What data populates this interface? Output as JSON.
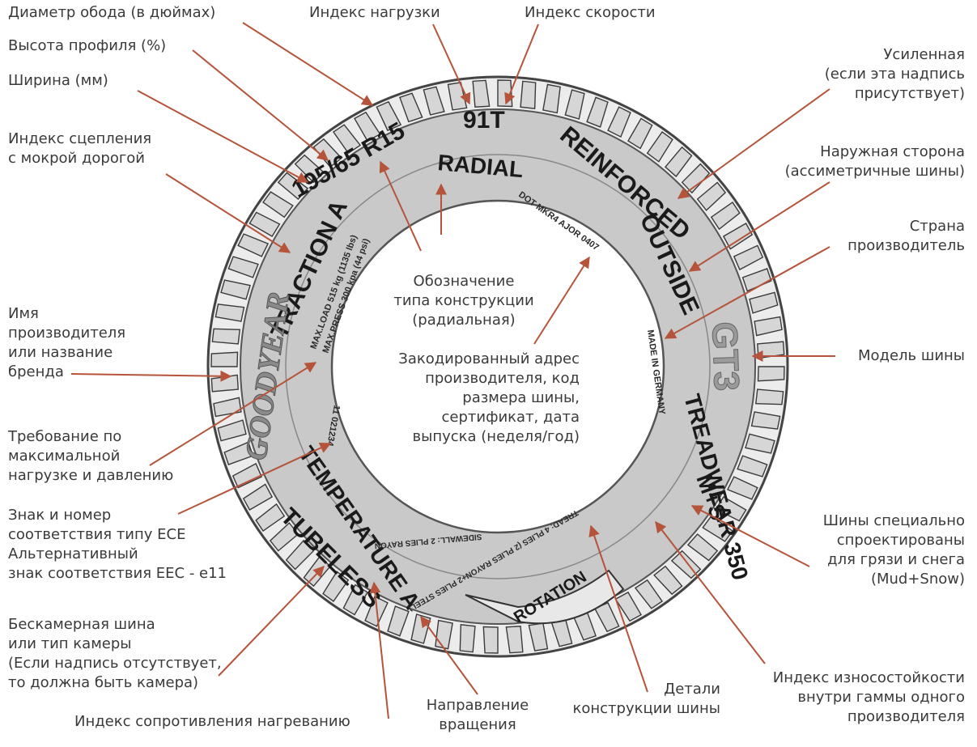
{
  "colors": {
    "arrow": "#b5543a",
    "sidewall": "#c9c9c9",
    "tread": "#ececec",
    "text": "#3a3a3a"
  },
  "tire": {
    "size": "195/65 R15",
    "load_speed": "91T",
    "radial": "RADIAL",
    "reinforced": "REINFORCED",
    "outside": "OUTSIDE",
    "traction": "TRACTION A",
    "brand": "GOODYEAR",
    "model": "GT3",
    "max_load": "MAX.LOAD 515 kg (1135 lbs)",
    "max_press": "MAX.PRESS 300 kpa (44 psi)",
    "dot": "DOT MKR4 AJOR 0407",
    "made_in": "MADE IN GERMANY",
    "treadwear": "TREADWEAR 350",
    "ms": "M+S",
    "temperature": "TEMPERATURE A",
    "tubeless": "TUBELESS",
    "rotation": "ROTATION",
    "tread_ply": "TREAD: 4 PLIES (2 PLIES RAYON+2 PLIES STEEL)",
    "sidewall_ply": "SIDEWALL: 2 PLIES RAYON",
    "ece": "11 021234"
  },
  "labels": {
    "rim_diameter": "Диаметр обода (в дюймах)",
    "profile_height": "Высота профиля (%)",
    "width": "Ширина (мм)",
    "wet_grip": "Индекс сцепления\nс мокрой дорогой",
    "brand_name": "Имя\nпроизводителя\nили название\nбренда",
    "max_load_press": "Требование по\nмаксимальной\nнагрузке и давлению",
    "ece_sign": "Знак и номер\nсоответствия типу ECE\nАльтернативный\nзнак соответствия EEC - e11",
    "tubeless_type": "Бескамерная шина\nили тип камеры\n(Если надпись отсутствует,\nто должна быть камера)",
    "heat_resistance": "Индекс сопротивления нагреванию",
    "rotation_dir": "Направление\nвращения",
    "construction_details": "Детали\nконструкции шины",
    "load_index": "Индекс нагрузки",
    "speed_index": "Индекс скорости",
    "reinforced_label": "Усиленная\n(если эта надпись\nприсутствует)",
    "outside_label": "Наружная сторона\n(ассиметричные шины)",
    "country": "Страна\nпроизводитель",
    "model_label": "Модель шины",
    "mud_snow": "Шины специально\nспроектированы\nдля грязи и снега\n(Mud+Snow)",
    "treadwear_label": "Индекс износостойкости\nвнутри гаммы одного\nпроизводителя",
    "construction_type": "Обозначение\nтипа конструкции\n(радиальная)",
    "encoded_address": "Закодированный адрес\nпроизводителя, код\nразмера шины,\nсертификат, дата\nвыпуска (неделя/год)"
  }
}
